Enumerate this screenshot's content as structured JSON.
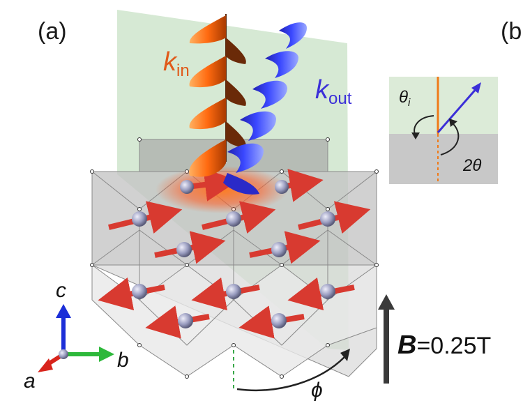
{
  "panels": {
    "a": "(a)",
    "b": "(b"
  },
  "beams": {
    "k_in": {
      "symbol": "k",
      "subscript": "in",
      "color": "#f07a18"
    },
    "k_out": {
      "symbol": "k",
      "subscript": "out",
      "color": "#3b2fd8"
    }
  },
  "axes": {
    "a": "a",
    "b": "b",
    "c": "c",
    "colors": {
      "a": "#d8241c",
      "b": "#2db83a",
      "c": "#1c2fd8"
    }
  },
  "rotation": {
    "symbol": "ϕ"
  },
  "field": {
    "symbol": "B",
    "value": "=0.25T"
  },
  "inset": {
    "theta_i": "θ",
    "theta_i_sub": "i",
    "two_theta": "2θ"
  },
  "colors": {
    "plane": "#cfe5cc",
    "octahedra": "#b9b9b9",
    "spin": "#d83a30",
    "atom": "#a9abc8"
  },
  "spin_rows": [
    {
      "label": "row-1",
      "direction": "right"
    },
    {
      "label": "row-2",
      "direction": "right"
    },
    {
      "label": "row-3",
      "direction": "left"
    },
    {
      "label": "row-4",
      "direction": "left"
    }
  ]
}
